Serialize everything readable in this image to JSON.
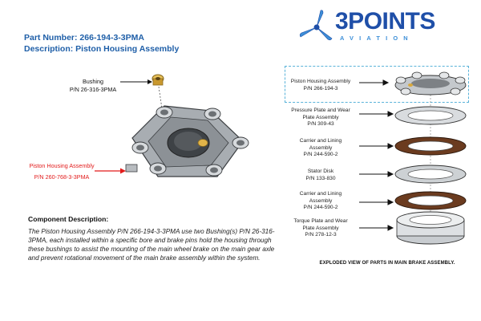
{
  "header": {
    "part_number": "Part Number: 266-194-3-3PMA",
    "description": "Description: Piston Housing Assembly"
  },
  "logo": {
    "main": "3POINTS",
    "sub": "AVIATION",
    "icon": "propeller-icon",
    "brand_color": "#1f4fa8",
    "accent_color": "#3d8fd8"
  },
  "callouts": {
    "bushing": {
      "name": "Bushing",
      "pn": "P/N 26-316-3PMA"
    },
    "housing": {
      "name": "Piston Housing Assembly",
      "pn": "P/N 260-768-3-3PMA",
      "color": "#e21b1b"
    }
  },
  "component": {
    "title": "Component Description:",
    "body": "The Piston Housing Assembly P/N 266-194-3-3PMA use two Bushing(s) P/N 26-316-3PMA, each installed within a specific bore and brake pins hold the housing through these bushings to assist the mounting of the main wheel brake on the main gear axle and prevent rotational movement of the main brake assembly within the system."
  },
  "exploded": {
    "caption": "EXPLODED VIEW OF PARTS IN MAIN BRAKE ASSEMBLY.",
    "items": [
      {
        "label": "Piston Housing Assembly",
        "pn": "P/N 266-194-3"
      },
      {
        "label": "Pressure Plate and Wear Plate Assembly",
        "pn": "P/N 309-43"
      },
      {
        "label": "Carrier and Lining Assembly",
        "pn": "P/N 244-590-2"
      },
      {
        "label": "Stator Disk",
        "pn": "P/N 133-830"
      },
      {
        "label": "Carrier and Lining Assembly",
        "pn": "P/N 244-590-2"
      },
      {
        "label": "Torque Plate and Wear Plate Assembly",
        "pn": "P/N 278-12-3"
      }
    ]
  }
}
